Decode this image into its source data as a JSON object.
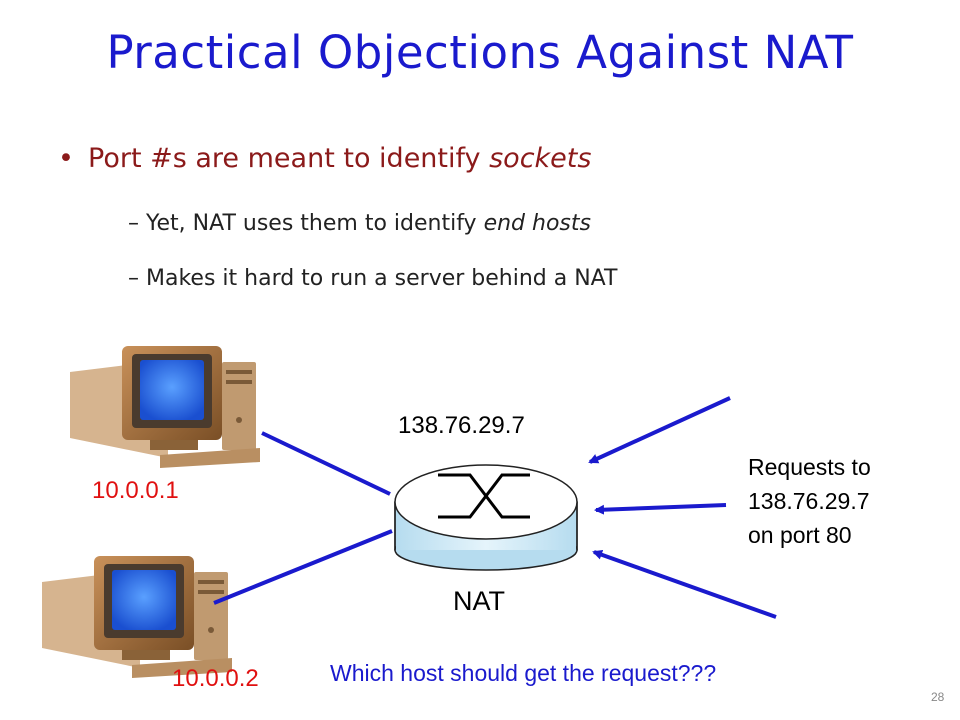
{
  "slide": {
    "title": "Practical Objections Against NAT",
    "bullet": {
      "text_before": "Port #s are meant to identify ",
      "text_emphasis": "sockets"
    },
    "subbullets": [
      {
        "dash": "–",
        "text_before": "Yet, NAT uses them to identify ",
        "text_emphasis": "end hosts"
      },
      {
        "dash": "–",
        "text": "Makes it hard to run a server behind a NAT"
      }
    ],
    "page_number": "28"
  },
  "diagram": {
    "host1_ip": "10.0.0.1",
    "host2_ip": "10.0.0.2",
    "nat_public_ip": "138.76.29.7",
    "nat_label": "NAT",
    "requests_lines": [
      "Requests to",
      "138.76.29.7",
      "on port 80"
    ],
    "question": "Which host should get the request???",
    "colors": {
      "line": "#1a1acd",
      "private_ip": "#e01010",
      "router": "#cfe9f7"
    }
  }
}
